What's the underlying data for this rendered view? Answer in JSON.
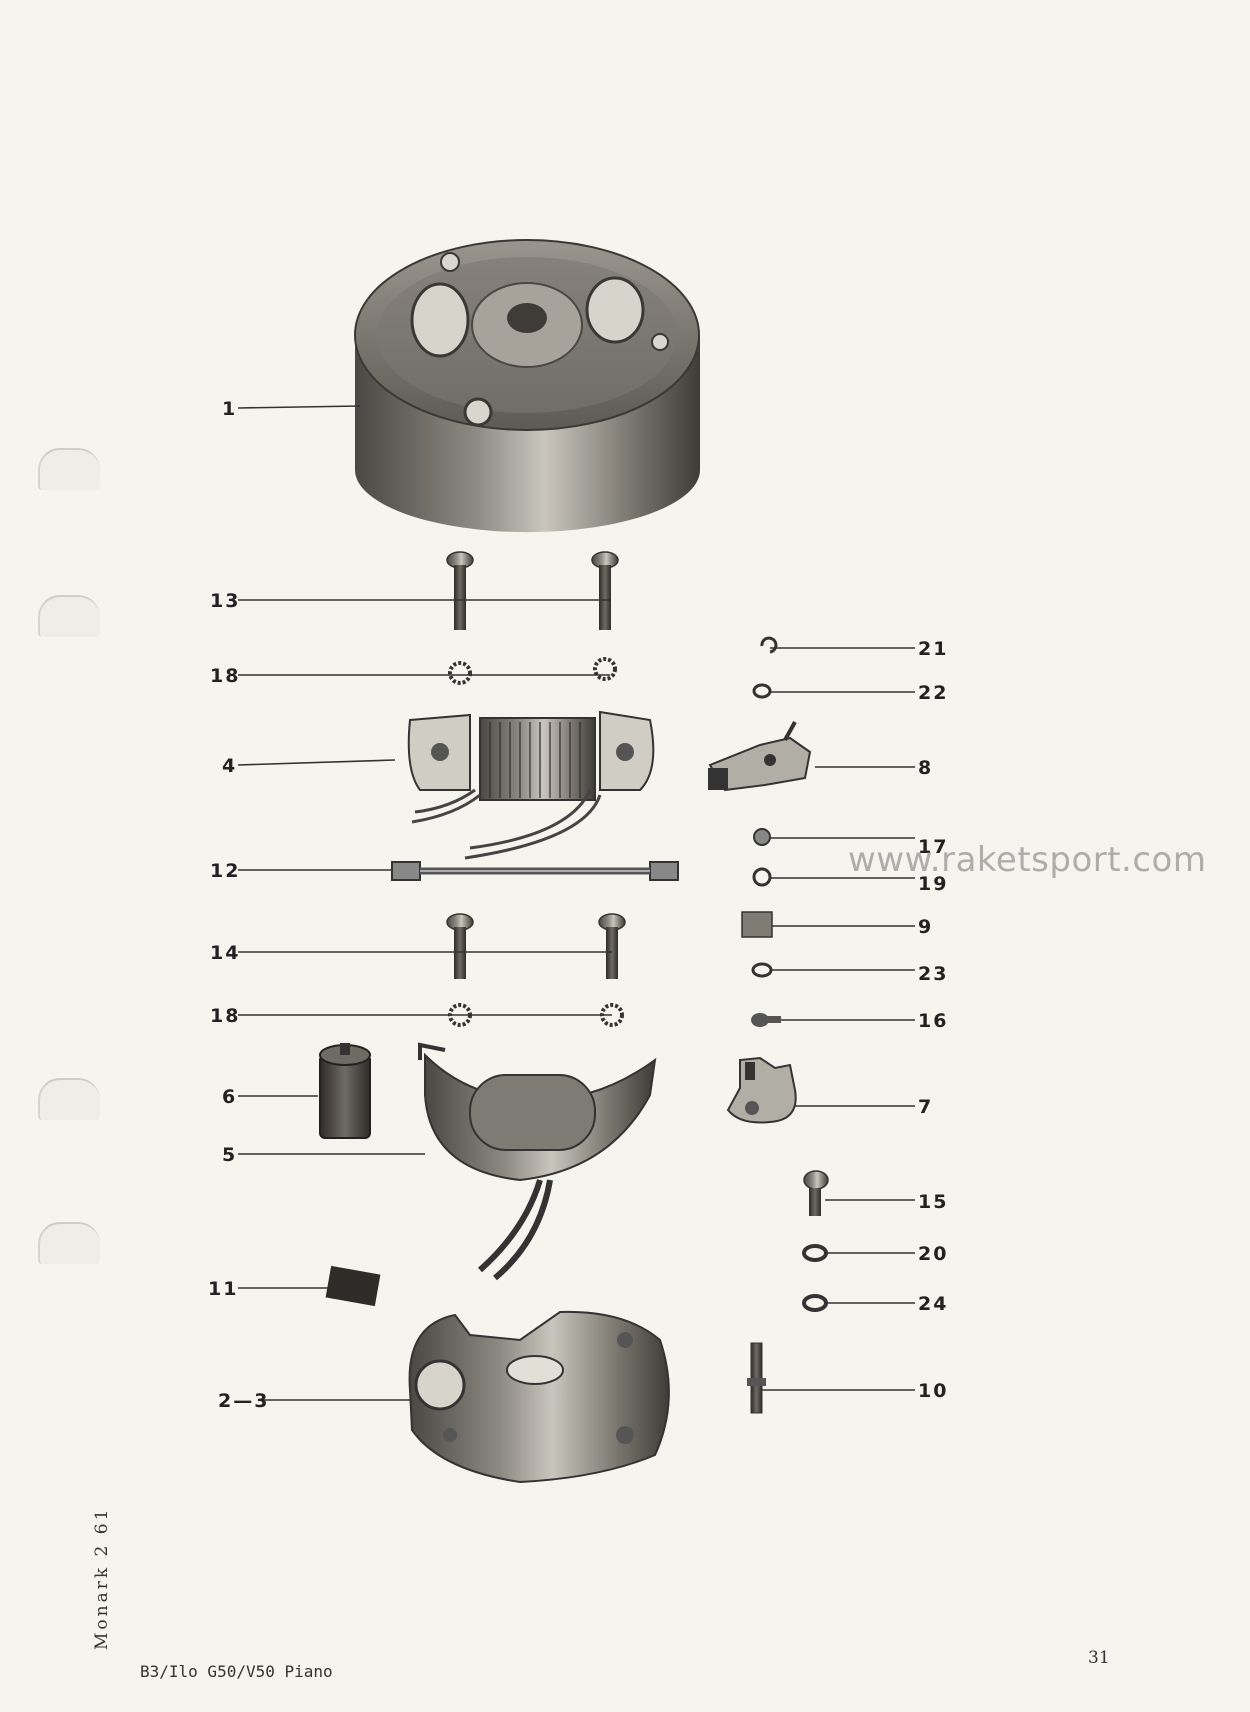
{
  "watermark": "www.raketsport.com",
  "side_label": "Monark 2 61",
  "footer_label": "B3/Ilo G50/V50 Piano",
  "page_number": "31",
  "callouts": {
    "c1": "1",
    "c13": "13",
    "c18a": "18",
    "c4": "4",
    "c12": "12",
    "c14": "14",
    "c18b": "18",
    "c6": "6",
    "c5": "5",
    "c11": "11",
    "c2_3": "2—3",
    "c21": "21",
    "c22": "22",
    "c8": "8",
    "c17": "17",
    "c19": "19",
    "c9": "9",
    "c23": "23",
    "c16": "16",
    "c7": "7",
    "c15": "15",
    "c20": "20",
    "c24": "24",
    "c10": "10"
  }
}
